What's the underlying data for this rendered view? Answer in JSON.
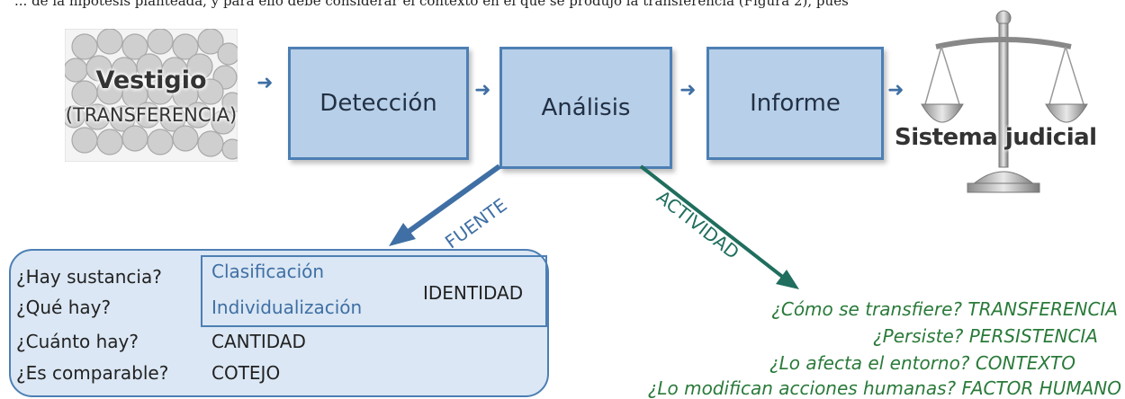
{
  "caption": "... de la hipótesis planteada, y para ello debe considerar el contexto en el que se produjo la transferencia (Figura 2), pues",
  "vestigio": {
    "title": "Vestigio",
    "subtitle": "(TRANSFERENCIA)"
  },
  "steps": [
    {
      "label": "Detección"
    },
    {
      "label": "Análisis"
    },
    {
      "label": "Informe"
    }
  ],
  "judicial": {
    "label": "Sistema judicial"
  },
  "branches": {
    "fuente": "FUENTE",
    "actividad": "ACTIVIDAD"
  },
  "fuente_panel": {
    "questions": [
      "¿Hay sustancia?",
      "¿Qué hay?",
      "¿Cuánto hay?",
      "¿Es comparable?"
    ],
    "classification": "Clasificación",
    "individualization": "Individualización",
    "identity": "IDENTIDAD",
    "quantity": "CANTIDAD",
    "comparison": "COTEJO"
  },
  "actividad_questions": [
    {
      "question": "¿Cómo se transfiere?",
      "concept": "TRANSFERENCIA"
    },
    {
      "question": "¿Persiste?",
      "concept": "PERSISTENCIA"
    },
    {
      "question": "¿Lo afecta el entorno?",
      "concept": "CONTEXTO"
    },
    {
      "question": "¿Lo modifican acciones humanas?",
      "concept": "FACTOR HUMANO"
    }
  ],
  "colors": {
    "box_fill": "#b7cfe8",
    "box_border": "#4d7fb4",
    "arrow_blue": "#3f6fa4",
    "arrow_green": "#1f6e5e",
    "actividad_text": "#2a7a3a"
  }
}
